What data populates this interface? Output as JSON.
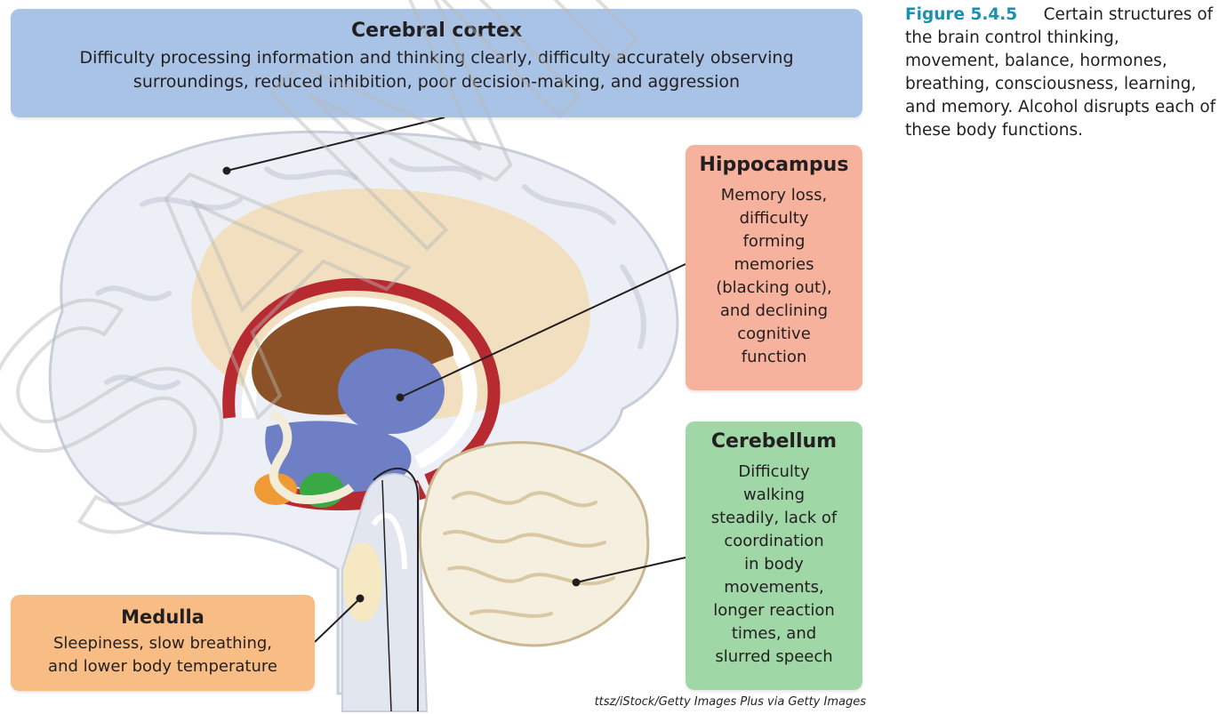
{
  "callouts": {
    "cortex": {
      "title": "Cerebral cortex",
      "text": "Difficulty processing information and thinking clearly, difficulty accurately observing surroundings, reduced inhibition, poor decision-making, and aggression"
    },
    "hippocampus": {
      "title": "Hippocampus",
      "lines": [
        "Memory loss,",
        "difficulty",
        "forming",
        "memories",
        "(blacking out),",
        "and declining",
        "cognitive",
        "function"
      ]
    },
    "cerebellum": {
      "title": "Cerebellum",
      "lines": [
        "Difficulty",
        "walking",
        "steadily, lack of",
        "coordination",
        "in body",
        "movements,",
        "longer reaction",
        "times, and",
        "slurred speech"
      ]
    },
    "medulla": {
      "title": "Medulla",
      "lines": [
        "Sleepiness, slow breathing,",
        "and lower body temperature"
      ]
    }
  },
  "credit": "ttsz/iStock/Getty Images Plus via Getty Images",
  "caption": {
    "label": "Figure 5.4.5",
    "text": "Certain structures of the brain control thinking, movement, balance, hormones, breathing, consciousness, learning, and memory. Alcohol disrupts each of these body functions."
  },
  "watermark": "SAMPLE",
  "colors": {
    "cortex_box": "#a8c3e6",
    "hippocampus_box": "#f6b29c",
    "cerebellum_box": "#a0d7a7",
    "medulla_box": "#f8bd85",
    "figure_label": "#1a91b1"
  }
}
